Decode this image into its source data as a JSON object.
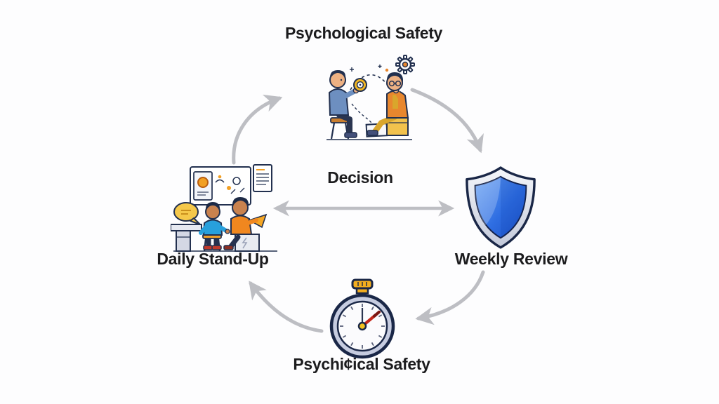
{
  "diagram": {
    "title_note": "cycle diagram with four nodes and a central bidirectional relation",
    "labels": {
      "top": "Psychological Safety",
      "center": "Decision",
      "left": "Daily Stand-Up",
      "right": "Weekly Review",
      "bottom": "Psychi¢ical Safety"
    },
    "icons": {
      "top": "two-people-discussion-illustration",
      "left": "team-standup-illustration",
      "right": "blue-shield-icon",
      "bottom": "stopwatch-icon"
    },
    "arrows": {
      "cycle_direction": "clockwise",
      "segments": [
        "left-to-top",
        "top-to-right",
        "right-to-bottom",
        "bottom-to-left"
      ],
      "center_relation": "double-headed horizontal arrow between Daily Stand-Up and Weekly Review"
    },
    "colors": {
      "background": "#fdfdfe",
      "text": "#1c1c1e",
      "arrow_gray": "#bdbec3",
      "outline_navy": "#22304f",
      "shield_blue": "#2f6ee2",
      "shield_blue_light": "#6aa3f4",
      "shield_silver": "#d9deeb",
      "stopwatch_rim": "#c6cce0",
      "stopwatch_hand_red": "#c3271b",
      "accent_yellow": "#f3b229",
      "illustration_blue": "#28a0dc",
      "illustration_orange": "#f0871f"
    }
  }
}
